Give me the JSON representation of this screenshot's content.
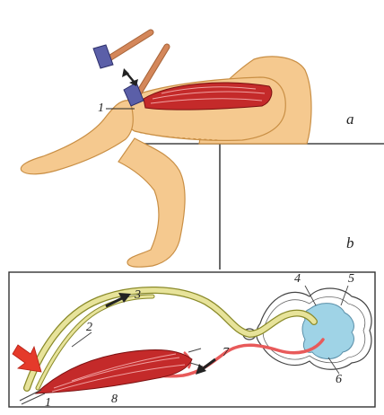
{
  "panels": [
    {
      "id": "a",
      "label": "a"
    },
    {
      "id": "b",
      "label": "b"
    }
  ],
  "callouts": [
    "1",
    "2",
    "3",
    "4",
    "5",
    "6",
    "7",
    "8"
  ],
  "colors": {
    "skin": "#f5c98f",
    "skin_outline": "#c98f45",
    "muscle": "#c42a2a",
    "muscle_stripe": "#f0a0a0",
    "afferent_nerve": "#e7e39a",
    "afferent_outline": "#8a8a2a",
    "efferent_nerve": "#e85a5a",
    "spinal_cord": "#9fd3e6",
    "hammer_head": "#5b5fa8",
    "hammer_handle": "#d4875a",
    "stimulus_arrow": "#e53a2a",
    "frame": "#333333"
  }
}
